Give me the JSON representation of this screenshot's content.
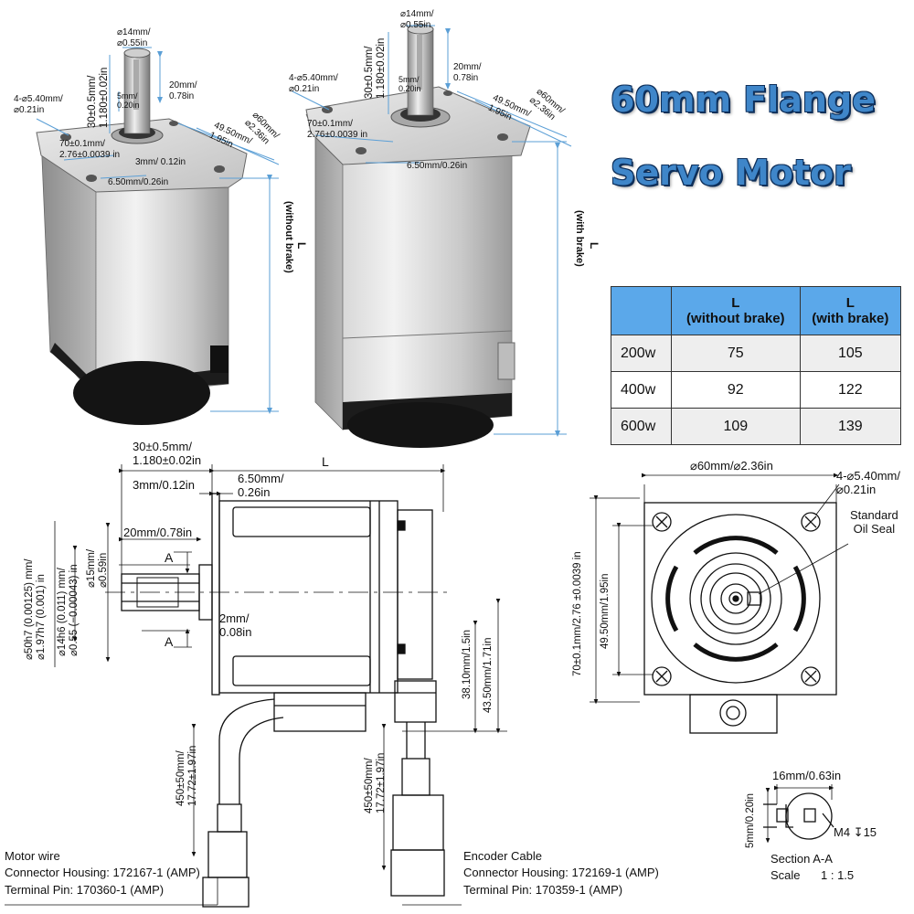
{
  "title": {
    "line1": "60mm Flange",
    "line2": "Servo Motor"
  },
  "table": {
    "header": {
      "c1": "",
      "c2_line1": "L",
      "c2_line2": "(without brake)",
      "c3_line1": "L",
      "c3_line2": "(with brake)"
    },
    "rows": [
      {
        "power": "200w",
        "without": "75",
        "with": "105"
      },
      {
        "power": "400w",
        "without": "92",
        "with": "122"
      },
      {
        "power": "600w",
        "without": "109",
        "with": "139"
      }
    ]
  },
  "motor1": {
    "shaft_dia": "⌀14mm/\n⌀0.55in",
    "shaft_len": "30±0.5mm/\n1.180±0.02in",
    "key": "5mm/\n0.20in",
    "key_len": "20mm/\n0.78in",
    "holes": "4-⌀5.40mm/\n⌀0.21in",
    "pcd": "70±0.1mm/\n2.76±0.0039 in",
    "flange": "3mm/ 0.12in",
    "square": "49.50mm/\n1.95in",
    "outer": "⌀60mm/\n⌀2.36in",
    "thickness": "6.50mm/0.26in",
    "length_label": "L",
    "length_note": "(without brake)"
  },
  "motor2": {
    "shaft_dia": "⌀14mm/\n⌀0.55in",
    "shaft_len": "30±0.5mm/\n1.180±0.02in",
    "key": "5mm/\n0.20in",
    "key_len": "20mm/\n0.78in",
    "holes": "4-⌀5.40mm/\n⌀0.21in",
    "pcd": "70±0.1mm/\n2.76±0.0039 in",
    "square": "49.50mm/\n1.95in",
    "outer": "⌀60mm/\n⌀2.36in",
    "thickness": "6.50mm/0.26in",
    "length_label": "L",
    "length_note": "(with brake)"
  },
  "side": {
    "shaft_len": "30±0.5mm/\n1.180±0.02in",
    "L": "L",
    "flange": "3mm/0.12in",
    "thickness": "6.50mm/\n0.26in",
    "key_len": "20mm/0.78in",
    "section": "A",
    "spigot": "⌀50h7 (0.00125) mm/\n⌀1.97h7 (0.001) in",
    "shaft": "⌀14h6 (0.011) mm/\n⌀0.55 (−0.00043) in",
    "key_width": "⌀15mm/\n⌀0.59in",
    "gap": "2mm/\n0.08in",
    "enc1": "38.10mm/1.5in",
    "enc2": "43.50mm/1.71in",
    "cable1": "450±50mm/\n17.72±1.97in",
    "cable2": "450±50mm/\n17.72±1.97in",
    "motor_wire": "Motor wire",
    "motor_housing": "Connector Housing: 172167-1 (AMP)",
    "motor_pin": "Terminal Pin: 170360-1 (AMP)",
    "enc_cable": "Encoder Cable",
    "enc_housing": "Connector Housing: 172169-1 (AMP)",
    "enc_pin": "Terminal Pin: 170359-1 (AMP)"
  },
  "front": {
    "outer": "⌀60mm/⌀2.36in",
    "holes": "4-⌀5.40mm/\n⌀0.21in",
    "seal": "Standard\nOil Seal",
    "pcd": "70±0.1mm/2.76 ±0.0039 in",
    "square": "49.50mm/1.95in"
  },
  "section": {
    "width": "16mm/0.63in",
    "height": "5mm/0.20in",
    "thread": "M4 ↧15",
    "title": "Section A-A",
    "scale_label": "Scale",
    "scale_value": "1 : 1.5"
  },
  "colors": {
    "title": "#3f86c9",
    "title_shadow": "#0e2f5a",
    "table_header": "#5ba8ea",
    "dim_line": "#5b9fd6"
  }
}
